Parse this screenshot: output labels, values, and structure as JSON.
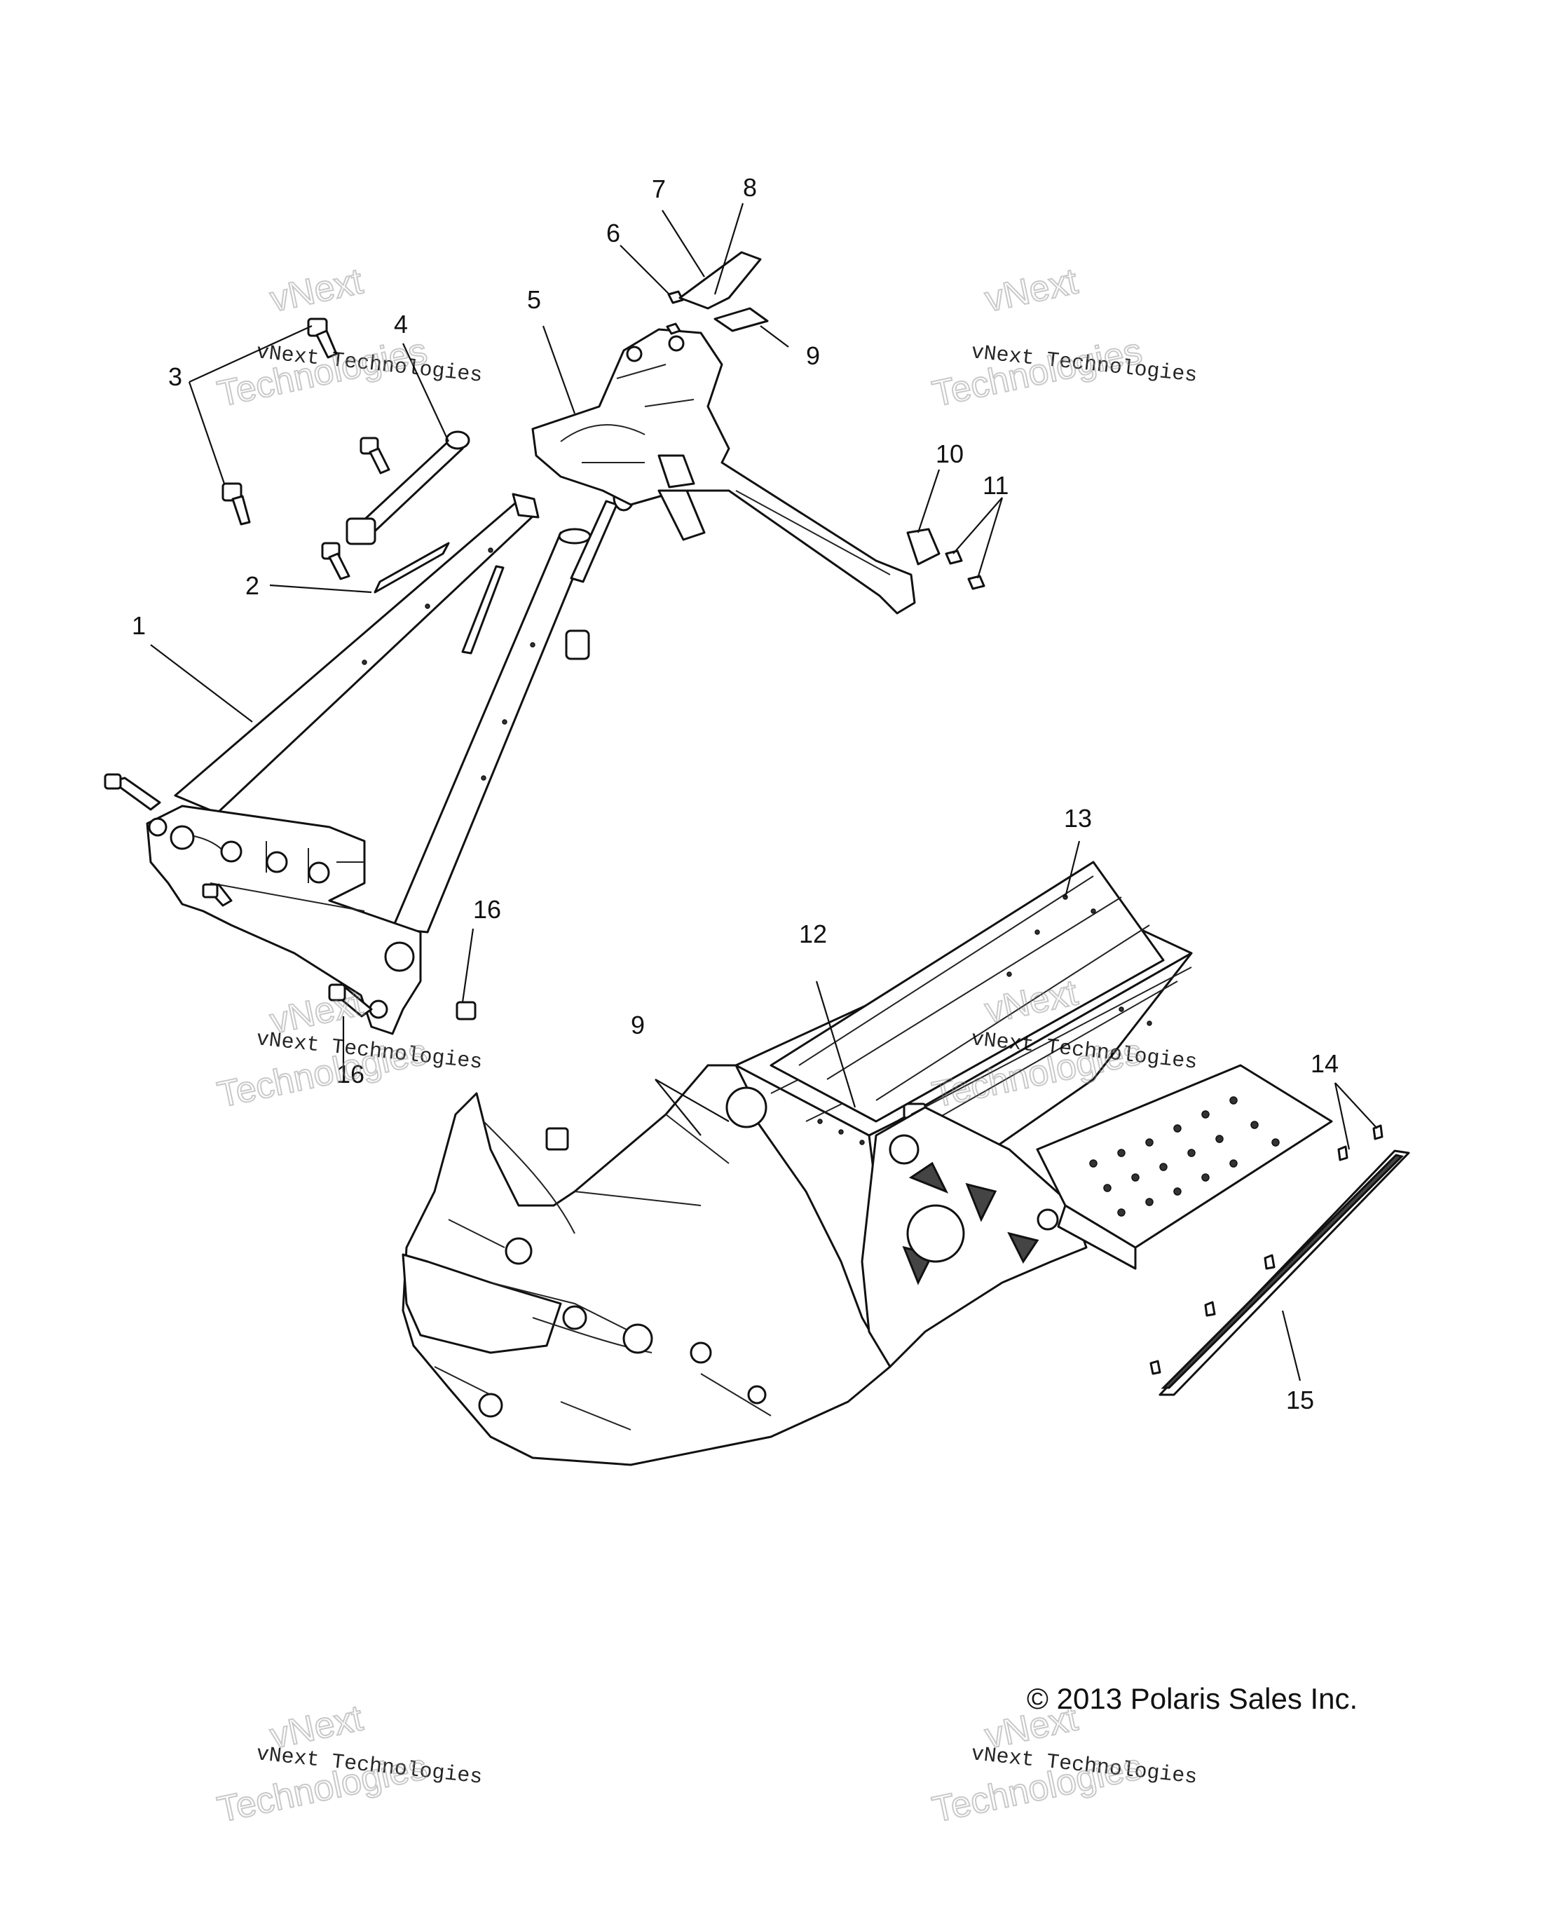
{
  "callouts": {
    "c1": "1",
    "c2": "2",
    "c3": "3",
    "c4": "4",
    "c5": "5",
    "c6": "6",
    "c7": "7",
    "c8": "8",
    "c9a": "9",
    "c9b": "9",
    "c10": "10",
    "c11": "11",
    "c12": "12",
    "c13": "13",
    "c14": "14",
    "c15": "15",
    "c16a": "16",
    "c16b": "16"
  },
  "watermark": {
    "line1": "vNext Technologies",
    "brand_top": "vNext",
    "brand_bottom": "Technologies"
  },
  "copyright": "© 2013 Polaris Sales Inc."
}
